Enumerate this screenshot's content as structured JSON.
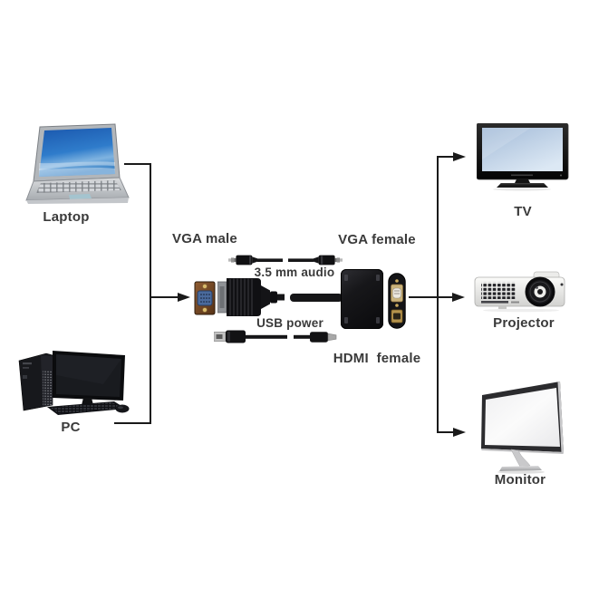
{
  "labels": {
    "laptop": "Laptop",
    "pc": "PC",
    "tv": "TV",
    "projector": "Projector",
    "monitor": "Monitor",
    "vga_male": "VGA male",
    "audio": "3.5 mm audio",
    "vga_female": "VGA female",
    "usb_power": "USB power",
    "hdmi_female": "HDMI  female"
  },
  "colors": {
    "background": "#ffffff",
    "connector_line": "#1a1a1a",
    "label_text": "#3a3a3a",
    "laptop_screen_blue": "#2f7ccb",
    "tv_screen_blue": "#b9cde4",
    "vga_connector_bronze": "#7c4c28",
    "vga_dsub_blue": "#4a6a9c",
    "vga_female_gold": "#c9b27a",
    "hdmi_female_gold": "#b5934d",
    "projector_body": "#ececea"
  }
}
